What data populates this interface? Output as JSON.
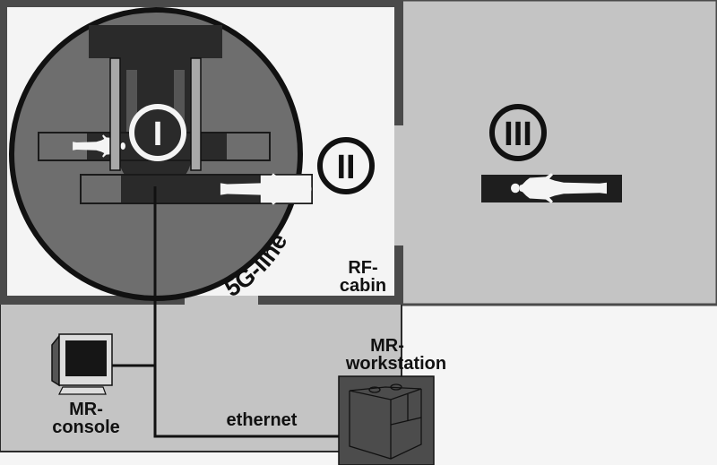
{
  "diagram": {
    "rooms": {
      "rf_cabin": "RF-\ncabin",
      "rf_cabin_line1": "RF-",
      "rf_cabin_line2": "cabin"
    },
    "positions": {
      "one": "I",
      "two": "II",
      "three": "III"
    },
    "labels": {
      "five_g_line": "5G-line",
      "mr_console_line1": "MR-",
      "mr_console_line2": "console",
      "mr_workstation_line1": "MR-",
      "mr_workstation_line2": "workstation",
      "ethernet": "ethernet"
    },
    "colors": {
      "rf_cabin_fill": "#f4f4f4",
      "wall": "#4a4a4a",
      "room_fill": "#c4c4c4",
      "magnet_zone": "#6e6e6e",
      "dark": "#2a2a2a",
      "table_dark": "#1e1e1e",
      "workstation": "#4c4c4c"
    }
  }
}
